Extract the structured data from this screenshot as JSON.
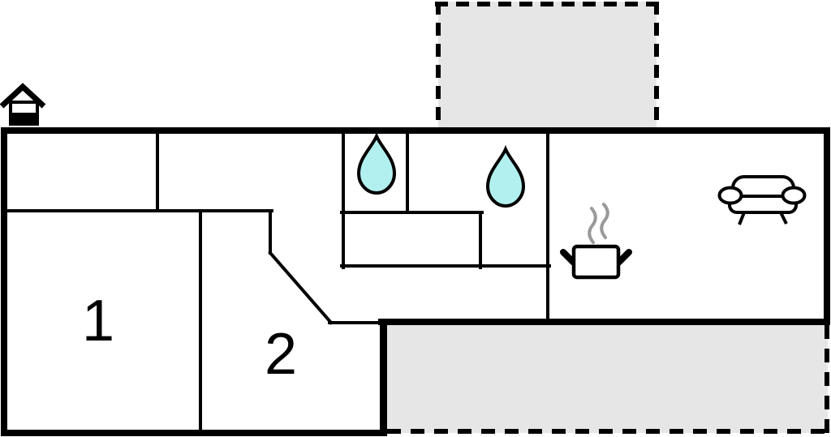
{
  "figure": {
    "type": "floor-plan"
  },
  "rooms": [
    {
      "label": "1"
    },
    {
      "label": "2"
    }
  ],
  "icons": {
    "logo": "house-icon",
    "bath_1": "water-drop-icon",
    "bath_2": "water-drop-icon",
    "kitchen": "cooking-pot-icon",
    "living": "sofa-icon"
  },
  "colors": {
    "wall": "#000000",
    "terrace_fill": "#e6e6e6",
    "water_drop_fill": "#b2f0f0",
    "steam": "#999999",
    "room_fill": "#ffffff",
    "background": "#ffffff"
  }
}
